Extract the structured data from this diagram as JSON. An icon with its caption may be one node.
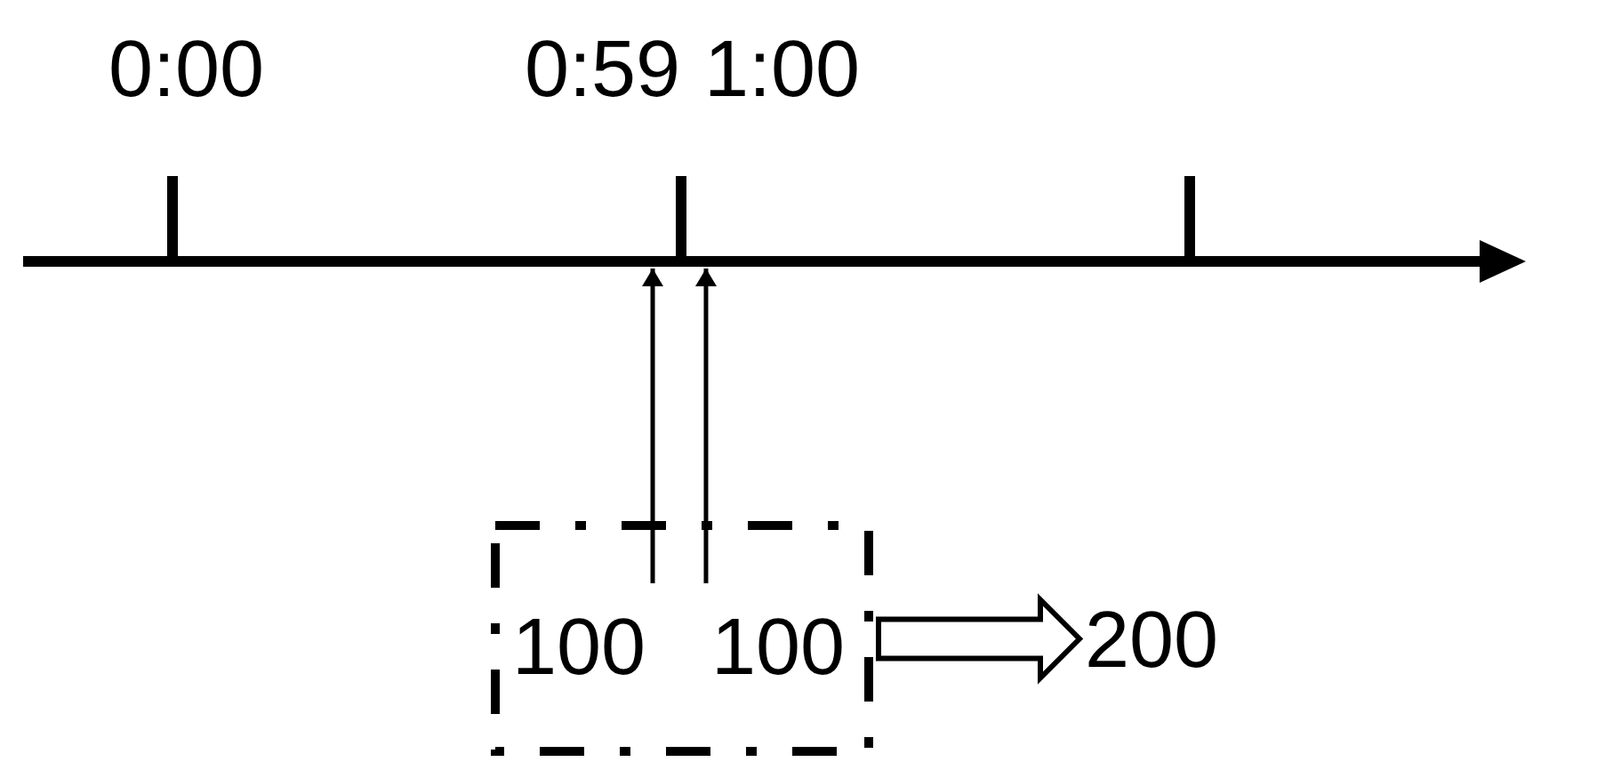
{
  "diagram": {
    "nodes": [
      {
        "text": [],
        "shape": "box"
      },
      {
        "text": [
          "100"
        ],
        "in": 0
      },
      {
        "text": [
          "100"
        ],
        "in": 0
      },
      {
        "text": [
          "200"
        ]
      }
    ],
    "edges": [
      {
        "from": 1,
        "to": null,
        "arrow": "to"
      },
      {
        "from": 2,
        "to": null,
        "arrow": "to"
      },
      {
        "from": 0,
        "to": 3,
        "arrow": "to",
        "style": "thick"
      }
    ],
    "labels": [
      "0:00",
      "0:59",
      "1:00"
    ]
  }
}
